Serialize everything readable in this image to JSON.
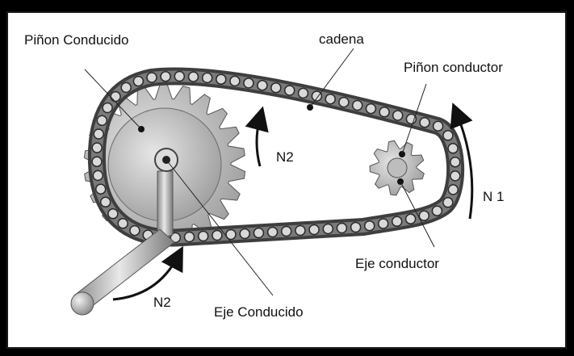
{
  "labels": {
    "pinon_conducido": "Piñon Conducido",
    "cadena": "cadena",
    "pinon_conductor": "Piñon conductor",
    "n2_upper": "N2",
    "n1": "N 1",
    "eje_conductor": "Eje  conductor",
    "n2_lower": "N2",
    "eje_conducido": "Eje Conducido"
  },
  "colors": {
    "background": "#000000",
    "panel": "#ffffff",
    "chain": "#4a4a4a",
    "roller": "#d9d9d9",
    "gear": "#c8c8c8",
    "arrow": "#111111"
  }
}
